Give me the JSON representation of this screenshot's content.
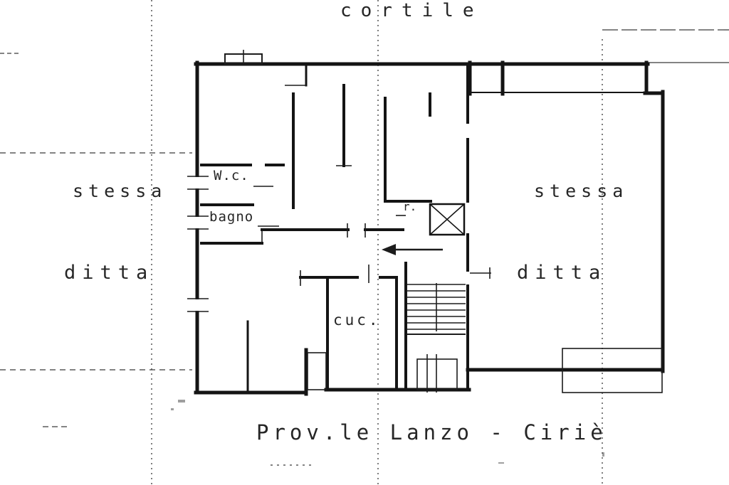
{
  "page": {
    "background": "#ffffff",
    "ink_color": "#1a1a1a"
  },
  "plan": {
    "labels": {
      "courtyard": "cortile",
      "left_parcel_line1": "stessa",
      "left_parcel_line2": "ditta",
      "right_parcel_line1": "stessa",
      "right_parcel_line2": "ditta",
      "wc": "W.c.",
      "bathroom": "bagno",
      "r_room": "r.",
      "kitchen": "cuc.",
      "road": "Prov.le Lanzo - Ciriè"
    }
  }
}
